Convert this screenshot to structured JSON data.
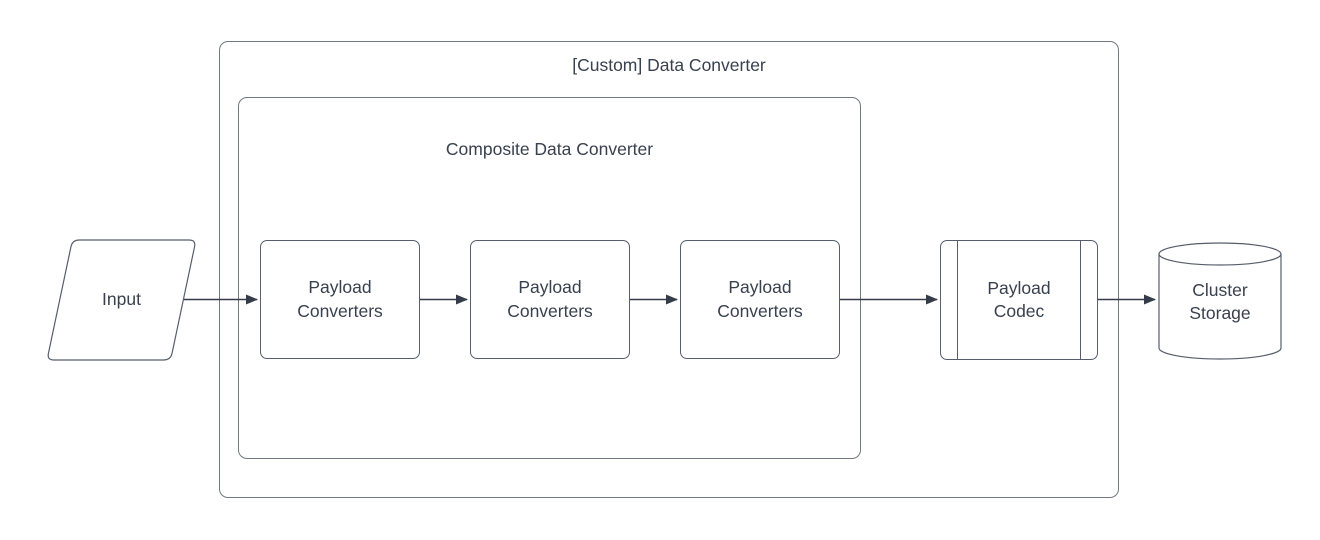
{
  "diagram": {
    "type": "flowchart",
    "background": "#ffffff",
    "outer_group": {
      "title": "[Custom] Data Converter"
    },
    "inner_group": {
      "title": "Composite Data Converter"
    },
    "nodes": {
      "input": {
        "label": "Input",
        "shape": "parallelogram"
      },
      "converter1": {
        "label": "Payload\nConverters",
        "shape": "rounded-rectangle"
      },
      "converter2": {
        "label": "Payload\nConverters",
        "shape": "rounded-rectangle"
      },
      "converter3": {
        "label": "Payload\nConverters",
        "shape": "rounded-rectangle"
      },
      "codec": {
        "label": "Payload\nCodec",
        "shape": "predefined-process"
      },
      "storage": {
        "label": "Cluster\nStorage",
        "shape": "cylinder"
      }
    },
    "edges": [
      {
        "from": "input",
        "to": "converter1",
        "style": "solid-arrow"
      },
      {
        "from": "converter1",
        "to": "converter2",
        "style": "solid-arrow"
      },
      {
        "from": "converter2",
        "to": "converter3",
        "style": "solid-arrow"
      },
      {
        "from": "converter3",
        "to": "codec",
        "style": "solid-arrow"
      },
      {
        "from": "codec",
        "to": "storage",
        "style": "solid-arrow"
      }
    ],
    "colors": {
      "container_border": "#737983",
      "node_border": "#565e6b",
      "text": "#39414e",
      "arrow": "#343c49"
    }
  }
}
